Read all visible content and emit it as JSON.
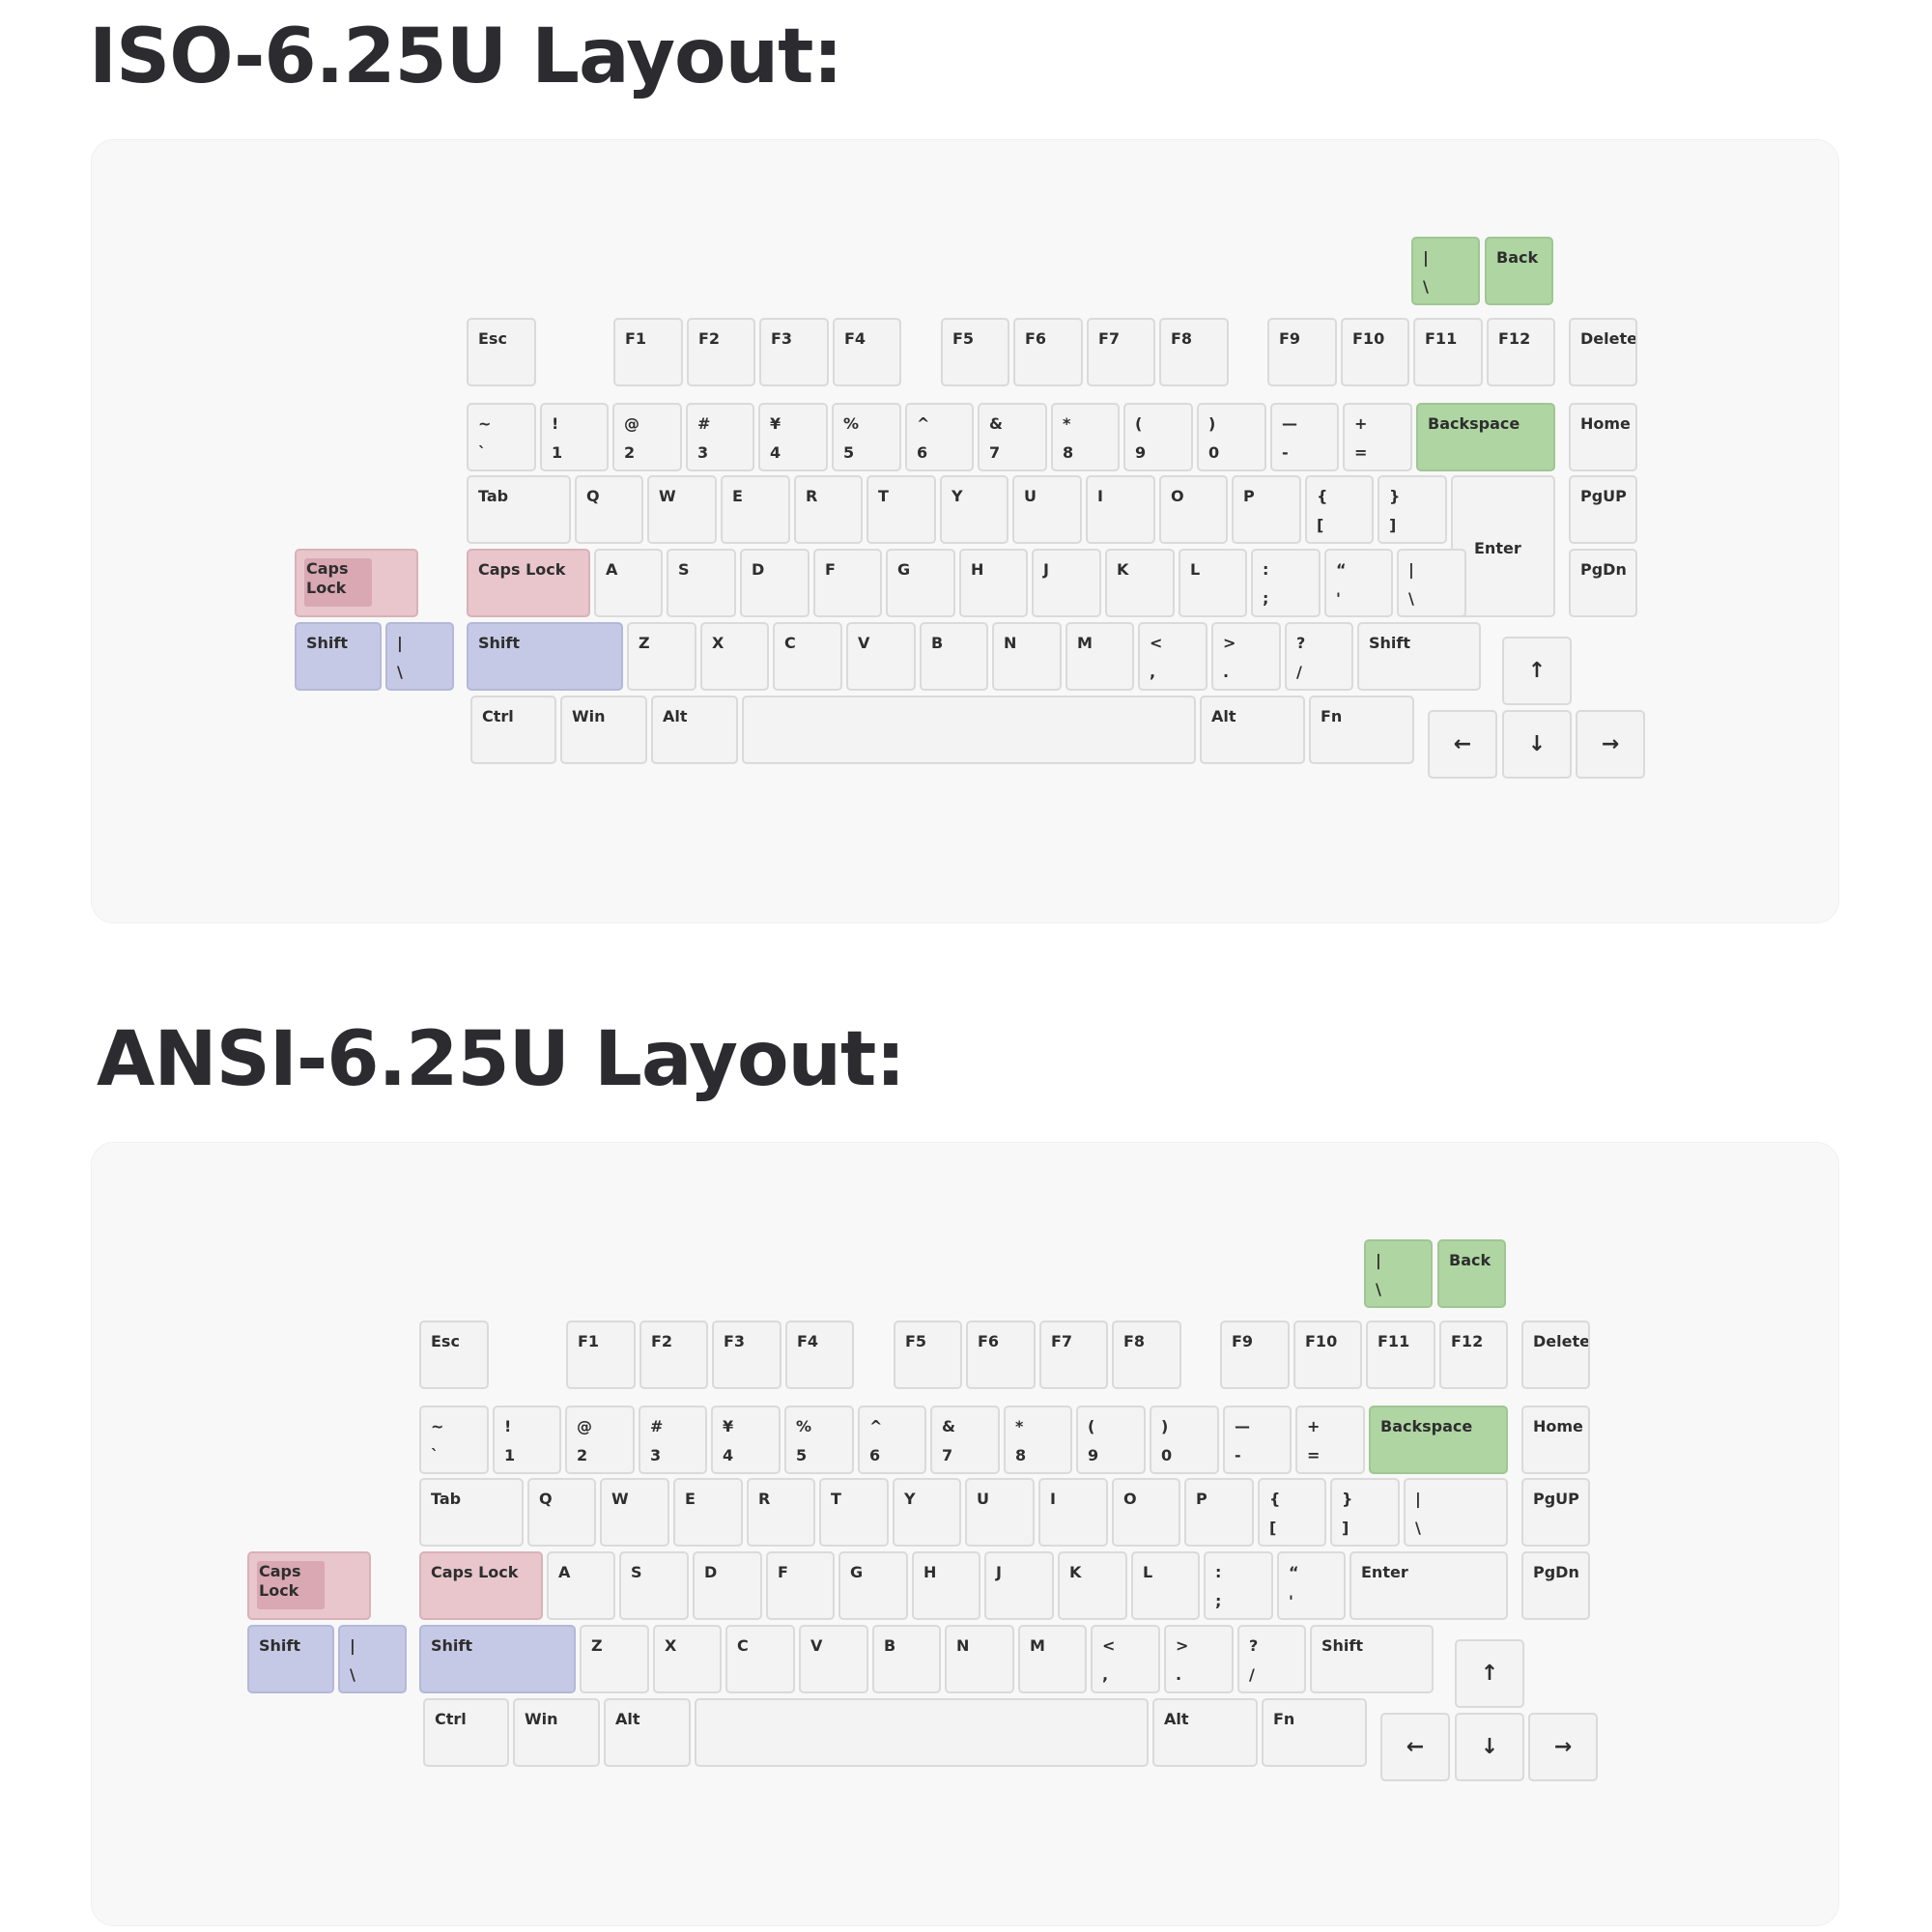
{
  "sections": [
    {
      "id": "iso",
      "title": "ISO-6.25U Layout:"
    },
    {
      "id": "ansi",
      "title": "ANSI-6.25U Layout:"
    }
  ],
  "colors": {
    "panel_bg": "#f8f8f8",
    "key_default": "#f3f3f3",
    "key_green": "#aed5a2",
    "key_pink": "#e8c6cc",
    "key_blue": "#c6c9e5",
    "title_text": "#2c2c30"
  },
  "keyboards": {
    "iso": [
      {
        "id": "alt-pipe",
        "t": "|",
        "b": "\\",
        "color": "green"
      },
      {
        "id": "alt-back",
        "t": "Back",
        "color": "green"
      },
      {
        "id": "esc",
        "t": "Esc"
      },
      {
        "id": "f1",
        "t": "F1"
      },
      {
        "id": "f2",
        "t": "F2"
      },
      {
        "id": "f3",
        "t": "F3"
      },
      {
        "id": "f4",
        "t": "F4"
      },
      {
        "id": "f5",
        "t": "F5"
      },
      {
        "id": "f6",
        "t": "F6"
      },
      {
        "id": "f7",
        "t": "F7"
      },
      {
        "id": "f8",
        "t": "F8"
      },
      {
        "id": "f9",
        "t": "F9"
      },
      {
        "id": "f10",
        "t": "F10"
      },
      {
        "id": "f11",
        "t": "F11"
      },
      {
        "id": "f12",
        "t": "F12"
      },
      {
        "id": "delete",
        "t": "Delete"
      },
      {
        "id": "grave",
        "t": "~",
        "b": "`"
      },
      {
        "id": "1",
        "t": "!",
        "b": "1"
      },
      {
        "id": "2",
        "t": "@",
        "b": "2"
      },
      {
        "id": "3",
        "t": "#",
        "b": "3"
      },
      {
        "id": "4",
        "t": "¥",
        "b": "4"
      },
      {
        "id": "5",
        "t": "%",
        "b": "5"
      },
      {
        "id": "6",
        "t": "^",
        "b": "6"
      },
      {
        "id": "7",
        "t": "&",
        "b": "7"
      },
      {
        "id": "8",
        "t": "*",
        "b": "8"
      },
      {
        "id": "9",
        "t": "(",
        "b": "9"
      },
      {
        "id": "0",
        "t": ")",
        "b": "0"
      },
      {
        "id": "minus",
        "t": "—",
        "b": "-"
      },
      {
        "id": "equal",
        "t": "+",
        "b": "="
      },
      {
        "id": "backspace",
        "t": "Backspace",
        "color": "green"
      },
      {
        "id": "home",
        "t": "Home"
      },
      {
        "id": "tab",
        "t": "Tab"
      },
      {
        "id": "q",
        "t": "Q"
      },
      {
        "id": "w",
        "t": "W"
      },
      {
        "id": "e",
        "t": "E"
      },
      {
        "id": "r",
        "t": "R"
      },
      {
        "id": "t",
        "t": "T"
      },
      {
        "id": "y",
        "t": "Y"
      },
      {
        "id": "u",
        "t": "U"
      },
      {
        "id": "i",
        "t": "I"
      },
      {
        "id": "o",
        "t": "O"
      },
      {
        "id": "p",
        "t": "P"
      },
      {
        "id": "lbracket",
        "t": "{",
        "b": "["
      },
      {
        "id": "rbracket",
        "t": "}",
        "b": "]"
      },
      {
        "id": "enter",
        "m": "Enter"
      },
      {
        "id": "pgup",
        "t": "PgUP"
      },
      {
        "id": "alt-capslock",
        "t": "Caps\nLock",
        "color": "pink",
        "inset": true
      },
      {
        "id": "capslock",
        "t": "Caps Lock",
        "color": "pink"
      },
      {
        "id": "a",
        "t": "A"
      },
      {
        "id": "s",
        "t": "S"
      },
      {
        "id": "d",
        "t": "D"
      },
      {
        "id": "f",
        "t": "F"
      },
      {
        "id": "g",
        "t": "G"
      },
      {
        "id": "h",
        "t": "H"
      },
      {
        "id": "j",
        "t": "J"
      },
      {
        "id": "k",
        "t": "K"
      },
      {
        "id": "l",
        "t": "L"
      },
      {
        "id": "semicolon",
        "t": ":",
        "b": ";"
      },
      {
        "id": "quote",
        "t": "“",
        "b": "'"
      },
      {
        "id": "iso-pipe",
        "t": "|",
        "b": "\\"
      },
      {
        "id": "pgdn",
        "t": "PgDn"
      },
      {
        "id": "alt-shift",
        "t": "Shift",
        "color": "blue"
      },
      {
        "id": "alt-shift-pipe",
        "t": "|",
        "b": "\\",
        "color": "blue"
      },
      {
        "id": "lshift",
        "t": "Shift",
        "color": "blue"
      },
      {
        "id": "z",
        "t": "Z"
      },
      {
        "id": "x",
        "t": "X"
      },
      {
        "id": "c",
        "t": "C"
      },
      {
        "id": "v",
        "t": "V"
      },
      {
        "id": "b",
        "t": "B"
      },
      {
        "id": "n",
        "t": "N"
      },
      {
        "id": "m",
        "t": "M"
      },
      {
        "id": "comma",
        "t": "<",
        "b": ","
      },
      {
        "id": "period",
        "t": ">",
        "b": "."
      },
      {
        "id": "slash",
        "t": "?",
        "b": "/"
      },
      {
        "id": "rshift",
        "t": "Shift"
      },
      {
        "id": "up",
        "c": "↑"
      },
      {
        "id": "ctrl",
        "t": "Ctrl"
      },
      {
        "id": "win",
        "t": "Win"
      },
      {
        "id": "lalt",
        "t": "Alt"
      },
      {
        "id": "space"
      },
      {
        "id": "ralt",
        "t": "Alt"
      },
      {
        "id": "fn",
        "t": "Fn"
      },
      {
        "id": "left",
        "c": "←"
      },
      {
        "id": "down",
        "c": "↓"
      },
      {
        "id": "right",
        "c": "→"
      }
    ],
    "ansi": [
      {
        "id": "alt-pipe",
        "t": "|",
        "b": "\\",
        "color": "green"
      },
      {
        "id": "alt-back",
        "t": "Back",
        "color": "green"
      },
      {
        "id": "esc",
        "t": "Esc"
      },
      {
        "id": "f1",
        "t": "F1"
      },
      {
        "id": "f2",
        "t": "F2"
      },
      {
        "id": "f3",
        "t": "F3"
      },
      {
        "id": "f4",
        "t": "F4"
      },
      {
        "id": "f5",
        "t": "F5"
      },
      {
        "id": "f6",
        "t": "F6"
      },
      {
        "id": "f7",
        "t": "F7"
      },
      {
        "id": "f8",
        "t": "F8"
      },
      {
        "id": "f9",
        "t": "F9"
      },
      {
        "id": "f10",
        "t": "F10"
      },
      {
        "id": "f11",
        "t": "F11"
      },
      {
        "id": "f12",
        "t": "F12"
      },
      {
        "id": "delete",
        "t": "Delete"
      },
      {
        "id": "grave",
        "t": "~",
        "b": "`"
      },
      {
        "id": "1",
        "t": "!",
        "b": "1"
      },
      {
        "id": "2",
        "t": "@",
        "b": "2"
      },
      {
        "id": "3",
        "t": "#",
        "b": "3"
      },
      {
        "id": "4",
        "t": "¥",
        "b": "4"
      },
      {
        "id": "5",
        "t": "%",
        "b": "5"
      },
      {
        "id": "6",
        "t": "^",
        "b": "6"
      },
      {
        "id": "7",
        "t": "&",
        "b": "7"
      },
      {
        "id": "8",
        "t": "*",
        "b": "8"
      },
      {
        "id": "9",
        "t": "(",
        "b": "9"
      },
      {
        "id": "0",
        "t": ")",
        "b": "0"
      },
      {
        "id": "minus",
        "t": "—",
        "b": "-"
      },
      {
        "id": "equal",
        "t": "+",
        "b": "="
      },
      {
        "id": "backspace",
        "t": "Backspace",
        "color": "green"
      },
      {
        "id": "home",
        "t": "Home"
      },
      {
        "id": "tab",
        "t": "Tab"
      },
      {
        "id": "q",
        "t": "Q"
      },
      {
        "id": "w",
        "t": "W"
      },
      {
        "id": "e",
        "t": "E"
      },
      {
        "id": "r",
        "t": "R"
      },
      {
        "id": "t",
        "t": "T"
      },
      {
        "id": "y",
        "t": "Y"
      },
      {
        "id": "u",
        "t": "U"
      },
      {
        "id": "i",
        "t": "I"
      },
      {
        "id": "o",
        "t": "O"
      },
      {
        "id": "p",
        "t": "P"
      },
      {
        "id": "lbracket",
        "t": "{",
        "b": "["
      },
      {
        "id": "rbracket",
        "t": "}",
        "b": "]"
      },
      {
        "id": "backslash",
        "t": "|",
        "b": "\\"
      },
      {
        "id": "pgup",
        "t": "PgUP"
      },
      {
        "id": "alt-capslock",
        "t": "Caps\nLock",
        "color": "pink",
        "inset": true
      },
      {
        "id": "capslock",
        "t": "Caps Lock",
        "color": "pink"
      },
      {
        "id": "a",
        "t": "A"
      },
      {
        "id": "s",
        "t": "S"
      },
      {
        "id": "d",
        "t": "D"
      },
      {
        "id": "f",
        "t": "F"
      },
      {
        "id": "g",
        "t": "G"
      },
      {
        "id": "h",
        "t": "H"
      },
      {
        "id": "j",
        "t": "J"
      },
      {
        "id": "k",
        "t": "K"
      },
      {
        "id": "l",
        "t": "L"
      },
      {
        "id": "semicolon",
        "t": ":",
        "b": ";"
      },
      {
        "id": "quote",
        "t": "“",
        "b": "'"
      },
      {
        "id": "enter",
        "t": "Enter"
      },
      {
        "id": "pgdn",
        "t": "PgDn"
      },
      {
        "id": "alt-shift",
        "t": "Shift",
        "color": "blue"
      },
      {
        "id": "alt-shift-pipe",
        "t": "|",
        "b": "\\",
        "color": "blue"
      },
      {
        "id": "lshift",
        "t": "Shift",
        "color": "blue"
      },
      {
        "id": "z",
        "t": "Z"
      },
      {
        "id": "x",
        "t": "X"
      },
      {
        "id": "c",
        "t": "C"
      },
      {
        "id": "v",
        "t": "V"
      },
      {
        "id": "b",
        "t": "B"
      },
      {
        "id": "n",
        "t": "N"
      },
      {
        "id": "m",
        "t": "M"
      },
      {
        "id": "comma",
        "t": "<",
        "b": ","
      },
      {
        "id": "period",
        "t": ">",
        "b": "."
      },
      {
        "id": "slash",
        "t": "?",
        "b": "/"
      },
      {
        "id": "rshift",
        "t": "Shift"
      },
      {
        "id": "up",
        "c": "↑"
      },
      {
        "id": "ctrl",
        "t": "Ctrl"
      },
      {
        "id": "win",
        "t": "Win"
      },
      {
        "id": "lalt",
        "t": "Alt"
      },
      {
        "id": "space"
      },
      {
        "id": "ralt",
        "t": "Alt"
      },
      {
        "id": "fn",
        "t": "Fn"
      },
      {
        "id": "left",
        "c": "←"
      },
      {
        "id": "down",
        "c": "↓"
      },
      {
        "id": "right",
        "c": "→"
      }
    ]
  }
}
